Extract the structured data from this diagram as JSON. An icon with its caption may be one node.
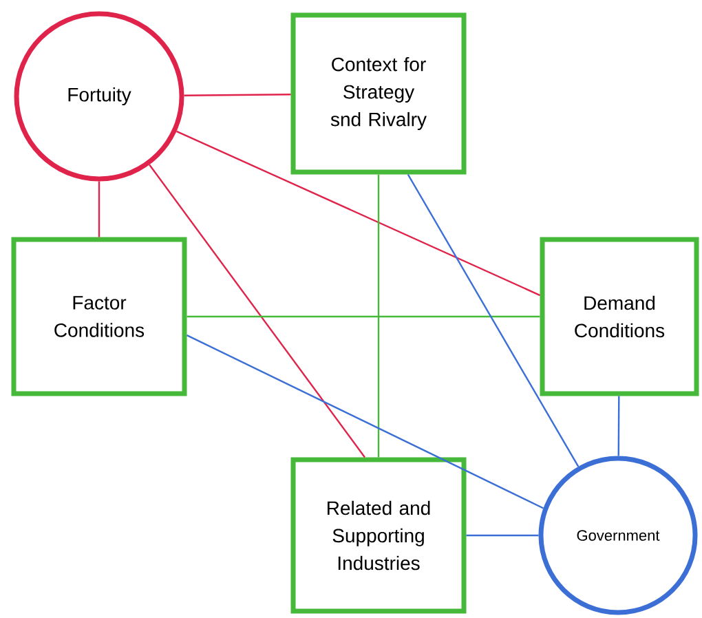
{
  "diagram": {
    "nodes": [
      {
        "text": [
          "Fortuity"
        ]
      },
      {
        "text": [
          "Context for Strategy snd Rivalry"
        ]
      },
      {
        "text": [
          "Factor Conditions"
        ]
      },
      {
        "text": [
          "Demand Conditions"
        ]
      },
      {
        "text": [
          "Related and Supporting Industries"
        ]
      },
      {
        "text": [
          "Government"
        ]
      }
    ],
    "edges": [
      {
        "from": 0,
        "to": 1,
        "arrow": "none",
        "color": "#e0234a"
      },
      {
        "from": 0,
        "to": 2,
        "arrow": "none",
        "color": "#e0234a"
      },
      {
        "from": 0,
        "to": 3,
        "arrow": "none",
        "color": "#e0234a"
      },
      {
        "from": 0,
        "to": 4,
        "arrow": "none",
        "color": "#e0234a"
      },
      {
        "from": 1,
        "to": 4,
        "arrow": "none",
        "color": "#46b83a"
      },
      {
        "from": 2,
        "to": 3,
        "arrow": "none",
        "color": "#46b83a"
      },
      {
        "from": 1,
        "to": 5,
        "arrow": "none",
        "color": "#3b6fd6"
      },
      {
        "from": 2,
        "to": 5,
        "arrow": "none",
        "color": "#3b6fd6"
      },
      {
        "from": 3,
        "to": 5,
        "arrow": "none",
        "color": "#3b6fd6"
      },
      {
        "from": 4,
        "to": 5,
        "arrow": "none",
        "color": "#3b6fd6"
      }
    ]
  }
}
